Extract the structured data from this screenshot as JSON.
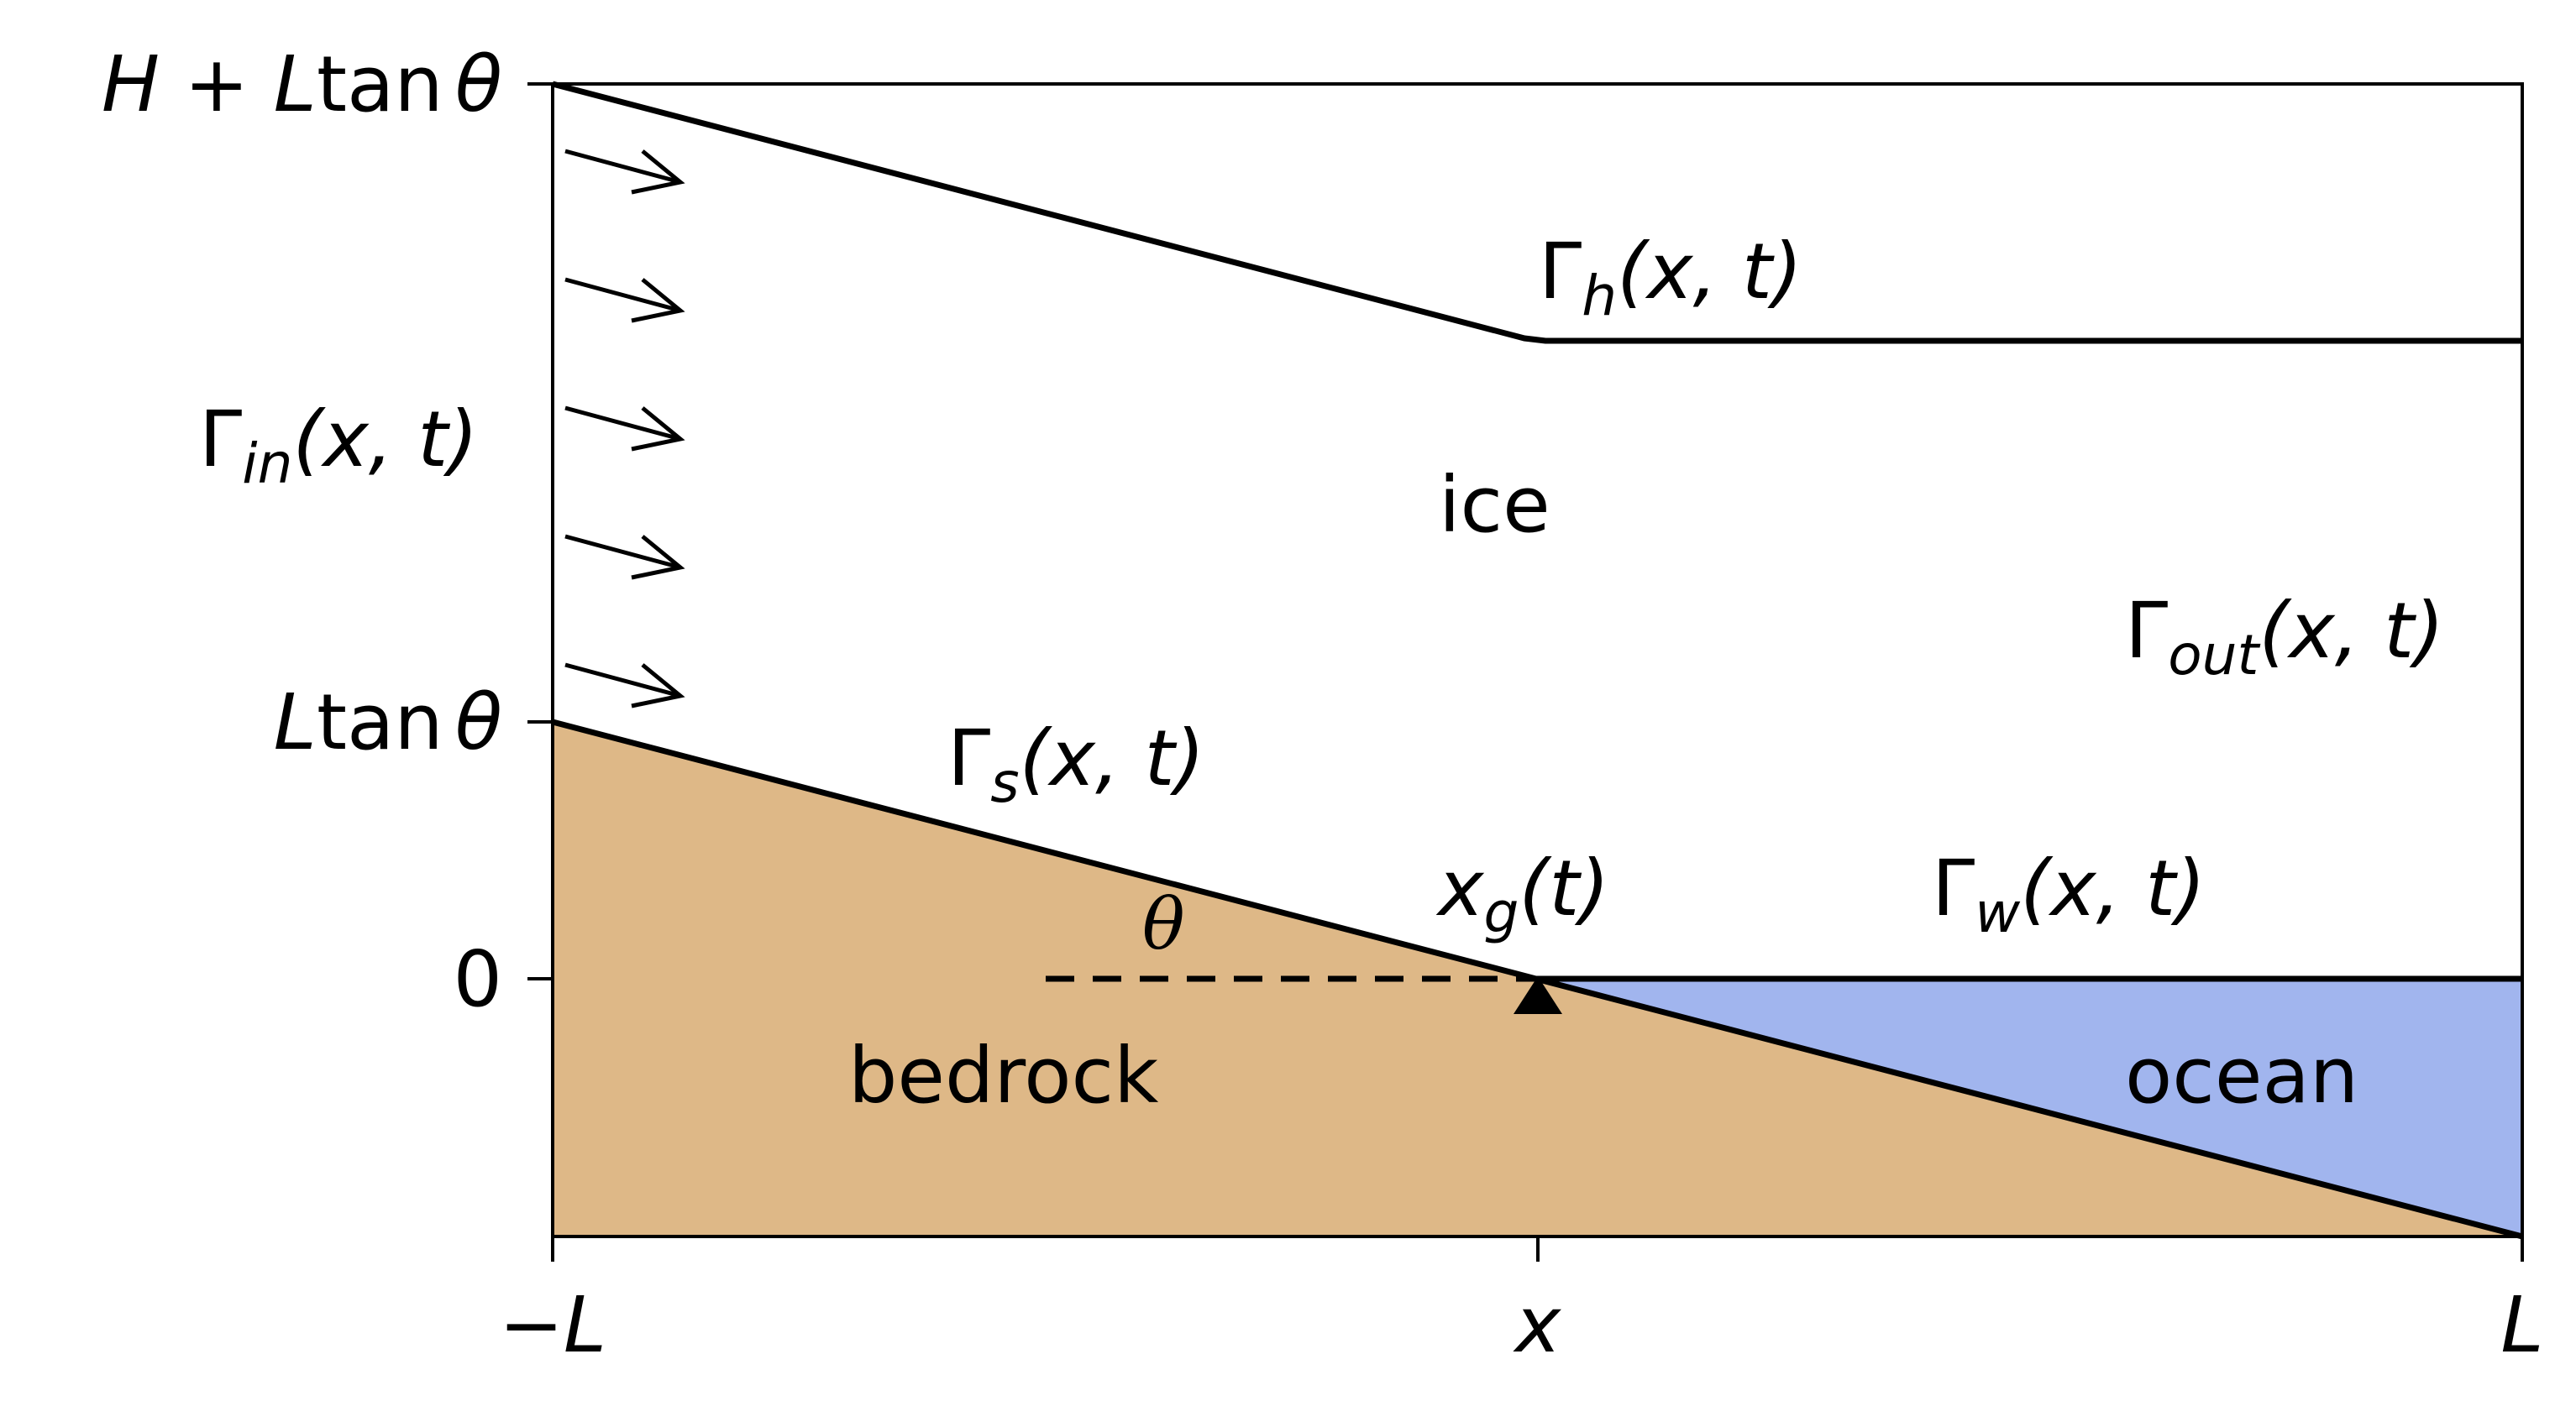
{
  "colors": {
    "bedrock": "#deb887",
    "ocean": "#a1b5ee",
    "line": "#000000"
  },
  "y_ticks": {
    "top": {
      "a": "H",
      "plus": " + ",
      "b": "L",
      "fn": "tan",
      "theta": "θ"
    },
    "mid": {
      "a": "L",
      "fn": "tan",
      "theta": "θ"
    },
    "zero": "0"
  },
  "x_ticks": {
    "left": {
      "minus": "−",
      "var": "L"
    },
    "mid": "x",
    "right": "L"
  },
  "boundaries": {
    "gamma_h": {
      "sym": "Γ",
      "sub": "h",
      "args": "(x, t)"
    },
    "gamma_in": {
      "sym": "Γ",
      "sub": "in",
      "args": "(x, t)"
    },
    "gamma_out": {
      "sym": "Γ",
      "sub": "out",
      "args": "(x, t)"
    },
    "gamma_s": {
      "sym": "Γ",
      "sub": "s",
      "args": "(x, t)"
    },
    "gamma_w": {
      "sym": "Γ",
      "sub": "w",
      "args": "(x, t)"
    },
    "xg": {
      "sym": "x",
      "sub": "g",
      "args": "(t)"
    }
  },
  "regions": {
    "ice": "ice",
    "bedrock": "bedrock",
    "ocean": "ocean"
  },
  "angle_label": "θ",
  "inflow_arrow_count": 5
}
